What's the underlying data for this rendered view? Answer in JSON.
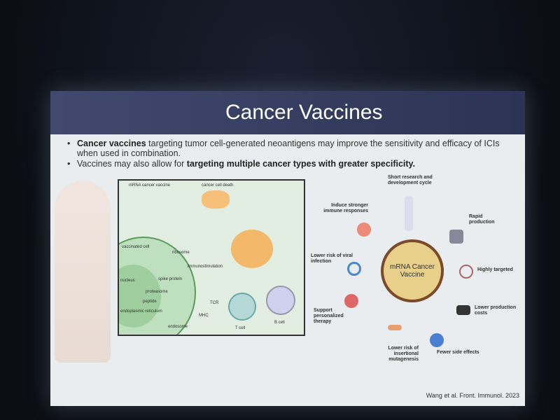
{
  "slide": {
    "title": "Cancer Vaccines",
    "bullets": [
      {
        "bold": "Cancer vaccines",
        "text": " targeting tumor cell-generated neoantigens may improve the sensitivity and efficacy of ICIs when used in combination."
      },
      {
        "text": "Vaccines may also allow for ",
        "bold": "targeting multiple cancer types with greater specificity."
      }
    ],
    "left_figure": {
      "labels": [
        "mRNA cancer vaccine",
        "cancer cell death",
        "vaccinated cell",
        "ribosome",
        "nucleus",
        "spike protein",
        "proteasome",
        "peptide",
        "endoplasmic reticulum",
        "endosome",
        "immunostimulation",
        "TCR",
        "MHC",
        "T cell",
        "B cell"
      ]
    },
    "right_figure": {
      "center": "mRNA Cancer Vaccine",
      "benefits": [
        "Short research and development cycle",
        "Rapid production",
        "Highly targeted",
        "Lower production costs",
        "Fewer side effects",
        "Lower risk of insertional mutagenesis",
        "Support personalized therapy",
        "Lower risk of viral infection",
        "Induce stronger immune responses"
      ]
    },
    "citation": "Wang et al. Front. Immunol. 2023"
  }
}
